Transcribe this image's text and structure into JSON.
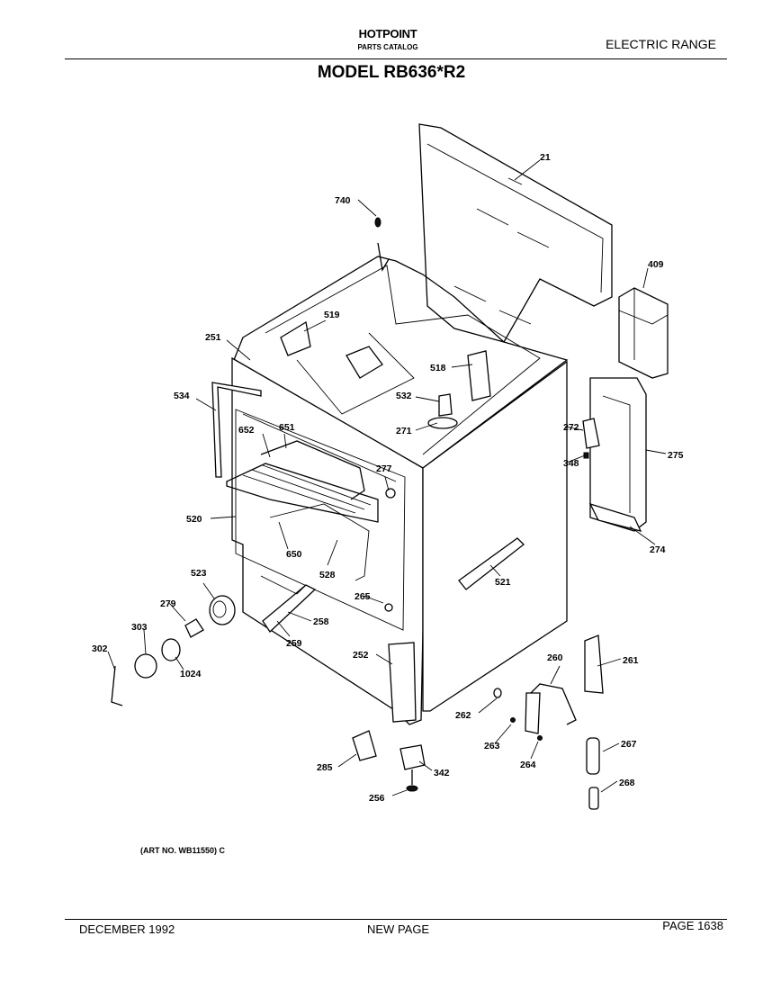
{
  "header": {
    "brand": "HOTPOINT",
    "catalog": "PARTS CATALOG",
    "section": "ELECTRIC RANGE",
    "model": "MODEL RB636*R2"
  },
  "art_number": "(ART NO. WB11550) C",
  "footer": {
    "date": "DECEMBER 1992",
    "status": "NEW PAGE",
    "page": "PAGE 1638"
  },
  "part_labels": [
    "21",
    "740",
    "409",
    "519",
    "251",
    "518",
    "534",
    "532",
    "271",
    "272",
    "275",
    "652",
    "651",
    "348",
    "277",
    "520",
    "274",
    "650",
    "528",
    "521",
    "523",
    "279",
    "265",
    "258",
    "303",
    "302",
    "259",
    "1024",
    "252",
    "260",
    "261",
    "262",
    "263",
    "264",
    "267",
    "285",
    "342",
    "256",
    "268"
  ]
}
